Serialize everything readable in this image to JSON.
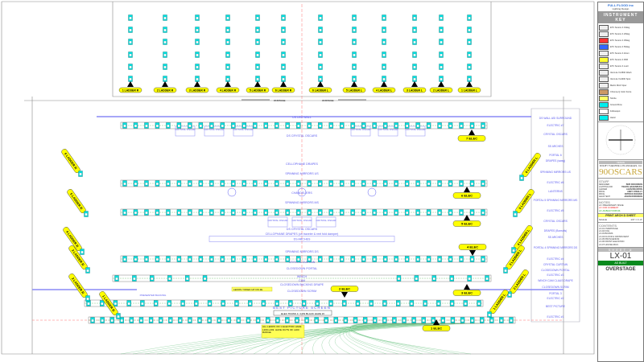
{
  "ladders_top": [
    "1 LADDER R",
    "2 LADDER R",
    "3 LADDER R",
    "4 LADDER R",
    "5 LADDER R",
    "6 LADDER R",
    "6 LADDER L",
    "5 LADDER L",
    "4 LADDER L",
    "3 LADDER L",
    "2 LADDER L",
    "1 LADDER L"
  ],
  "onstage_left": "ONSTAGE",
  "onstage_right": "ONSTAGE",
  "side_ladders_left": [
    "6 LADDER R",
    "5 LADDER R",
    "4 LADDER R",
    "3 LADDER R",
    "2 LADDER R",
    "1 LADDER R"
  ],
  "side_ladders_right": [
    "6 LADDER L",
    "5 LADDER L",
    "4 LADDER L",
    "3 LADDER L",
    "2 LADDER L",
    "1 LADDER L"
  ],
  "electrics": [
    {
      "label": "7 ELEC",
      "fixture_count": 34
    },
    {
      "label": "6 ELEC",
      "fixture_count": 34
    },
    {
      "label": "5 ELEC",
      "fixture_count": 34
    },
    {
      "label": "4 ELEC",
      "fixture_count": 34
    },
    {
      "label": "3 ELEC",
      "fixture_count": 22
    },
    {
      "label": "2 ELEC",
      "fixture_count": 30
    },
    {
      "label": "1 ELEC",
      "fixture_count": 44
    }
  ],
  "scenery": {
    "us_led_wall": "US LED WALL",
    "crystal_oscar": "CRYSTAL OSCAR",
    "ds_crystal_oscars": "DS CRYSTAL OSCARS",
    "cellophane_drapes": "CELLOPHANE DRAPES",
    "spinning_mirrors_us": "SPINNING MIRRORS US",
    "chandeliers": "CHANDELIERS",
    "spinning_mirrors_ms": "SPINNING MIRRORS MS",
    "ds_crystal_oscars_2": "DS CRYSTAL OSCARS",
    "cellophane_drapes_2": "CELLOPHANE DRAPES (on traveler & reel fold damper)",
    "ds_arches": "DS ARCHES",
    "spinning_mirrors_ds": "SPINNING MIRRORS DS",
    "crystal_curtain": "CRYSTAL CURTAIN",
    "closedown_portal": "CLOSEDOWN PORTAL",
    "winch": "WINCH",
    "cam": "CAM",
    "closedown_backing_drape": "CLOSEDOWN BACKING DRAPE",
    "closedown_scrim": "CLOSEDOWN SCRIM",
    "leds_yoked": "LEDOS YOKED UP ON 2E",
    "best_picture_screen": "BEST PICTURE SCREEN",
    "elec_truss": "ELEC TRUSS 1 / 12IN BLACK HAZE 16",
    "presenter_backing": "PRESENTER BACKING",
    "all_leds_note": "ALL LEDOS ON 1 ELECTRIC HAVE L200-L203. HAVE OUTS OF L200 RANGE."
  },
  "right_labels": [
    "DS WALL ASI SURROUND",
    "ELECTRIC #7",
    "CRYSTAL OSCARS",
    "SS ARCHES",
    "PORTAL 6",
    "DRAPES (swag)",
    "SPINNING MIRRORS US",
    "ELECTRIC #6",
    "LANTERNS",
    "PORTAL 5 SPINNING MIRRORS MS",
    "ELECTRIC #5",
    "CRYSTAL OSCARS",
    "DRAPES (Borealis)",
    "SS ARCHES",
    "PORTAL 4 SPINNING MIRRORS DS",
    "ELECTRIC #4",
    "CRYSTAL CURTAIN",
    "CLOSEDOWN PORTAL",
    "ELECTRIC #3",
    "WINCH CAM CLAUS DRAPE",
    "CLOSEDOWN SCRIM",
    "PORTAL 3",
    "ELECTRIC #2",
    "BEST PICTURE",
    "ELECTRIC #1"
  ],
  "title_block": {
    "company": "FULL FLOOD inc",
    "company_address": "Lighting Design",
    "instrument_key": "INSTRUMENT KEY",
    "key_items": [
      "ETC Source 4 19deg",
      "ETC Source 4 26deg",
      "ETC Source 4 36deg",
      "ETC Source 4 50deg",
      "ETC Source 4 Zoom",
      "ETC Source 4 PAR",
      "ETC Source 4 Lustr",
      "Vari-Lite VL3500 Wash",
      "Vari-Lite VL4000 Spot",
      "Martin MAC Viper",
      "Chroma-Q Color Force",
      "Strobe",
      "Ground Row",
      "Followspot",
      "Hazer"
    ],
    "venue_label": "VENUE",
    "venue": "DOLBY THEATRE LOS ANGELES, CA",
    "logo": "90OSCARS",
    "staff_label": "STAFF",
    "staff": [
      [
        "DESIGNER",
        "BOB DICKINSON"
      ],
      [
        "LIGHTING DIR",
        "TRAVIS HAGENBUCH"
      ],
      [
        "GAFFER",
        "ALEN BRANTON"
      ],
      [
        "PROG",
        "ANDY O'REILLY"
      ],
      [
        "PROG",
        "PATRICK BOOZER"
      ],
      [
        "LEAD TECH",
        "JASON ROBINSON"
      ]
    ],
    "notes_label": "NOTES",
    "notes": [
      "LX: PRELIMINARY ISSUE",
      "LX: FOR COMMENT",
      "LX: AS BUILT STATUS"
    ],
    "print_label": "PRINT ARCH D SHEET",
    "scale_label": "SCALE",
    "scale": "1/4\" = 1'-0\"",
    "contents_label": "CONTENTS",
    "contents": [
      "LX-01 OVERSTAGE",
      "LX-02 FOH",
      "LX-03 BOOMS",
      "LX-04 FLOOR & CROWS NEST",
      "LX-05 PROSCENIUM",
      "LX-06 FRONT ELEVATION",
      "LX-07 HOUSE RIGS"
    ],
    "sheet_label": "SHEET #",
    "sheet": "LX-01",
    "status": "AS BUILT",
    "drawing_title": "OVERSTAGE"
  },
  "colors": {
    "fixture": "#00e5e5",
    "label": "#ffff00",
    "scenery": "#5b5bf0",
    "centerline": "#ff4d4d"
  }
}
